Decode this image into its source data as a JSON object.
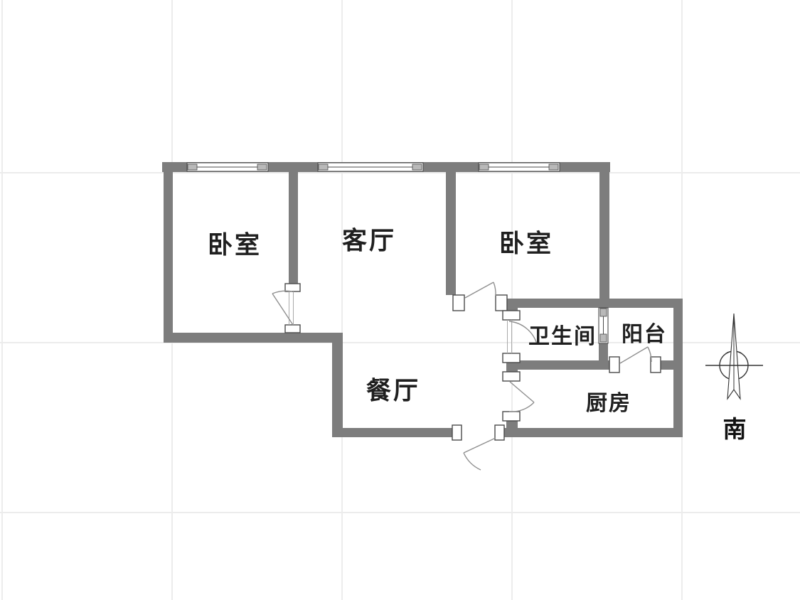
{
  "colors": {
    "wall": "#7d7d7d",
    "background": "#ffffff",
    "grid_line": "#ececec",
    "text": "#1f1f1f",
    "door_line": "#8f8f8f",
    "jamb_border": "#4a4a4a",
    "window_cap": "#b9b9b9"
  },
  "rooms": [
    {
      "id": "bedroom-left",
      "label": "卧室"
    },
    {
      "id": "living-room",
      "label": "客厅"
    },
    {
      "id": "bedroom-right",
      "label": "卧室"
    },
    {
      "id": "bathroom",
      "label": "卫生间"
    },
    {
      "id": "balcony",
      "label": "阳台"
    },
    {
      "id": "dining-room",
      "label": "餐厅"
    },
    {
      "id": "kitchen",
      "label": "厨房"
    }
  ],
  "compass": {
    "type": "north-arrow-with-circle",
    "south_label": "南"
  },
  "features": {
    "windows": 4,
    "doors": 6
  }
}
